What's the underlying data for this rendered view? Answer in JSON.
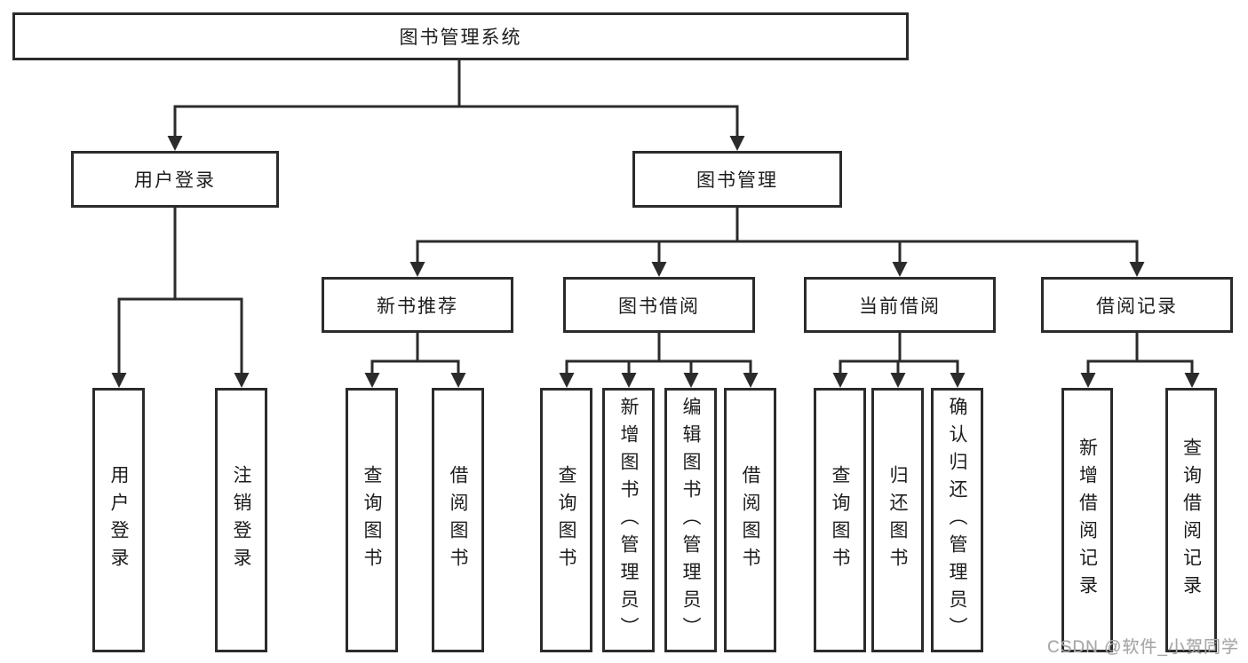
{
  "diagram": {
    "root": {
      "label": "图书管理系统"
    },
    "level2": {
      "user_login": {
        "label": "用户登录"
      },
      "book_mgmt": {
        "label": "图书管理"
      }
    },
    "level3": {
      "new_book_rec": {
        "label": "新书推荐"
      },
      "book_borrow": {
        "label": "图书借阅"
      },
      "current_borrow": {
        "label": "当前借阅"
      },
      "borrow_record": {
        "label": "借阅记录"
      }
    },
    "leaves": {
      "user_login": {
        "label": "用户登录"
      },
      "logout": {
        "label": "注销登录"
      },
      "nb_query": {
        "label": "查询图书"
      },
      "nb_borrow": {
        "label": "借阅图书"
      },
      "bb_query": {
        "label": "查询图书"
      },
      "bb_add": {
        "label": "新增图书（管理员）"
      },
      "bb_edit": {
        "label": "编辑图书（管理员）"
      },
      "bb_borrow": {
        "label": "借阅图书"
      },
      "cb_query": {
        "label": "查询图书"
      },
      "cb_return": {
        "label": "归还图书"
      },
      "cb_confirm": {
        "label": "确认归还（管理员）"
      },
      "br_add": {
        "label": "新增借阅记录"
      },
      "br_query": {
        "label": "查询借阅记录"
      }
    },
    "watermark": "CSDN @软件_小贺同学",
    "colors": {
      "line": "#2b2b2b",
      "text": "#1d1d1d",
      "watermark": "#a8a8a8",
      "background": "#ffffff"
    }
  }
}
